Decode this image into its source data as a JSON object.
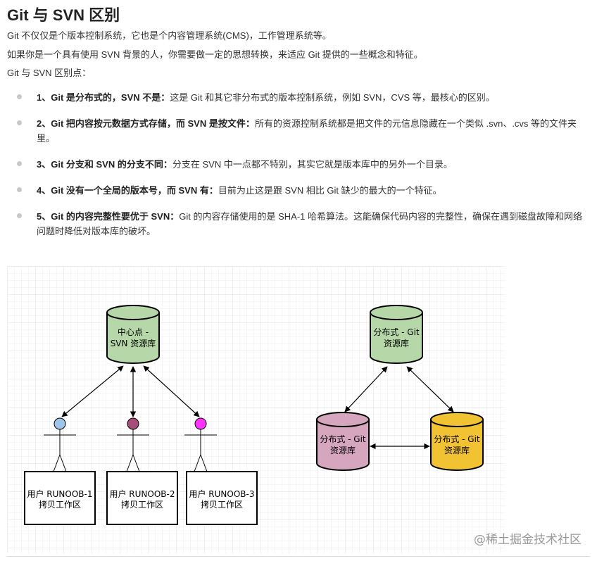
{
  "title": "Git 与 SVN 区别",
  "intro": [
    "Git 不仅仅是个版本控制系统，它也是个内容管理系统(CMS)，工作管理系统等。",
    "如果你是一个具有使用 SVN 背景的人，你需要做一定的思想转换，来适应 Git 提供的一些概念和特征。",
    "Git 与 SVN 区别点："
  ],
  "differences": [
    {
      "bold": "1、Git 是分布式的，SVN 不是：",
      "text": "这是 Git 和其它非分布式的版本控制系统，例如 SVN，CVS 等，最核心的区别。"
    },
    {
      "bold": "2、Git 把内容按元数据方式存储，而 SVN 是按文件：",
      "text": "所有的资源控制系统都是把文件的元信息隐藏在一个类似 .svn、.cvs 等的文件夹里。"
    },
    {
      "bold": "3、Git 分支和 SVN 的分支不同：",
      "text": "分支在 SVN 中一点都不特别，其实它就是版本库中的另外一个目录。"
    },
    {
      "bold": "4、Git 没有一个全局的版本号，而 SVN 有：",
      "text": "目前为止这是跟 SVN 相比 Git 缺少的最大的一个特征。"
    },
    {
      "bold": "5、Git 的内容完整性要优于 SVN：",
      "text": "Git 的内容存储使用的是 SHA-1 哈希算法。这能确保代码内容的完整性，确保在遇到磁盘故障和网络问题时降低对版本库的破坏。"
    }
  ],
  "diagram": {
    "svn_center": [
      "中心点 -",
      "SVN 资源库"
    ],
    "users": [
      {
        "line1": "用户 RUNOOB-1",
        "line2": "拷贝工作区",
        "head_color": "#9fc5e8"
      },
      {
        "line1": "用户 RUNOOB-2",
        "line2": "拷贝工作区",
        "head_color": "#a64d79"
      },
      {
        "line1": "用户 RUNOOB-3",
        "line2": "拷贝工作区",
        "head_color": "#ff33ff"
      }
    ],
    "git_repos": [
      {
        "line1": "分布式 - Git",
        "line2": "资源库",
        "color": "#b6d7a8"
      },
      {
        "line1": "分布式 - Git",
        "line2": "资源库",
        "color": "#d5a6bd"
      },
      {
        "line1": "分布式 - Git",
        "line2": "资源库",
        "color": "#f1c232"
      }
    ]
  },
  "watermark": "@稀土掘金技术社区"
}
